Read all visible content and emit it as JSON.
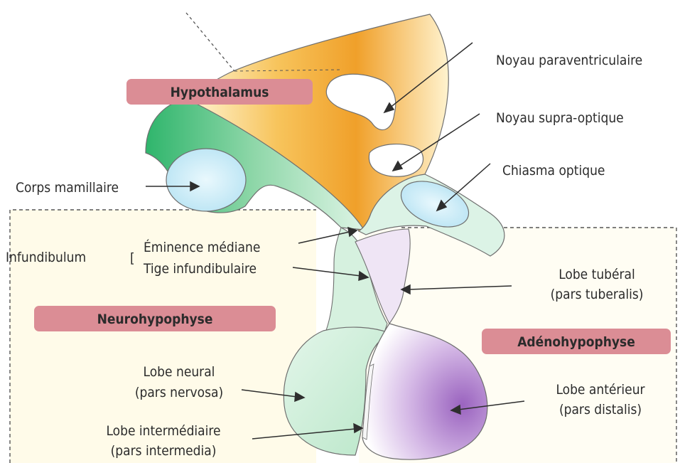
{
  "colors": {
    "plaque": "#d98b93",
    "hypothalamus_orange": "#f2a12a",
    "stalk_green": "#cdeed9",
    "lobe_green": "#bfe8cc",
    "anterior_purple": "#a571c4",
    "tuberal_lilac": "#ece0f2",
    "nucleus_blue": "#c7ecf7",
    "panel_cream": "#fffbe8"
  },
  "regions": {
    "hypothalamus": "Hypothalamus",
    "neurohypophyse": "Neurohypophyse",
    "adenohypophyse": "Adénohypophyse"
  },
  "labels": {
    "noyau_paraventriculaire": "Noyau paraventriculaire",
    "noyau_supra_optique": "Noyau supra-optique",
    "chiasma_optique": "Chiasma optique",
    "corps_mamillaire": "Corps mamillaire",
    "infundibulum": "Infundibulum",
    "eminence_mediane": "Éminence médiane",
    "tige_infundibulaire": "Tige infundibulaire",
    "lobe_tuberal": "Lobe tubéral",
    "lobe_tuberal_latin": "(pars tuberalis)",
    "lobe_neural": "Lobe neural",
    "lobe_neural_latin": "(pars nervosa)",
    "lobe_anterieur": "Lobe antérieur",
    "lobe_anterieur_latin": "(pars distalis)",
    "lobe_intermediaire": "Lobe intermédiaire",
    "lobe_intermediaire_latin": "(pars intermedia)"
  }
}
